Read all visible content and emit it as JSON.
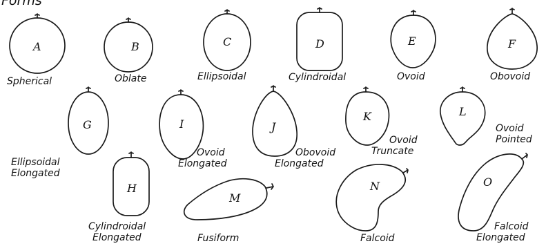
{
  "heading": "Forms",
  "shapes": {
    "A": {
      "letter": "A",
      "name": "Spherical"
    },
    "B": {
      "letter": "B",
      "name": "Oblate"
    },
    "C": {
      "letter": "C",
      "name": "Ellipsoidal"
    },
    "D": {
      "letter": "D",
      "name": "Cylindroidal"
    },
    "E": {
      "letter": "E",
      "name": "Ovoid"
    },
    "F": {
      "letter": "F",
      "name": "Obovoid"
    },
    "G": {
      "letter": "G",
      "name_line1": "Ellipsoidal",
      "name_line2": "Elongated"
    },
    "I": {
      "letter": "I",
      "name_line1": "Ovoid",
      "name_line2": "Elongated"
    },
    "J": {
      "letter": "J",
      "name_line1": "Obovoid",
      "name_line2": "Elongated"
    },
    "K": {
      "letter": "K",
      "name_line1": "Ovoid",
      "name_line2": "Truncate"
    },
    "L": {
      "letter": "L",
      "name_line1": "Ovoid",
      "name_line2": "Pointed"
    },
    "H": {
      "letter": "H",
      "name_line1": "Cylindroidal",
      "name_line2": "Elongated"
    },
    "M": {
      "letter": "M",
      "name": "Fusiform"
    },
    "N": {
      "letter": "N",
      "name": "Falcoid"
    },
    "O": {
      "letter": "O",
      "name_line1": "Falcoid",
      "name_line2": "Elongated"
    }
  }
}
